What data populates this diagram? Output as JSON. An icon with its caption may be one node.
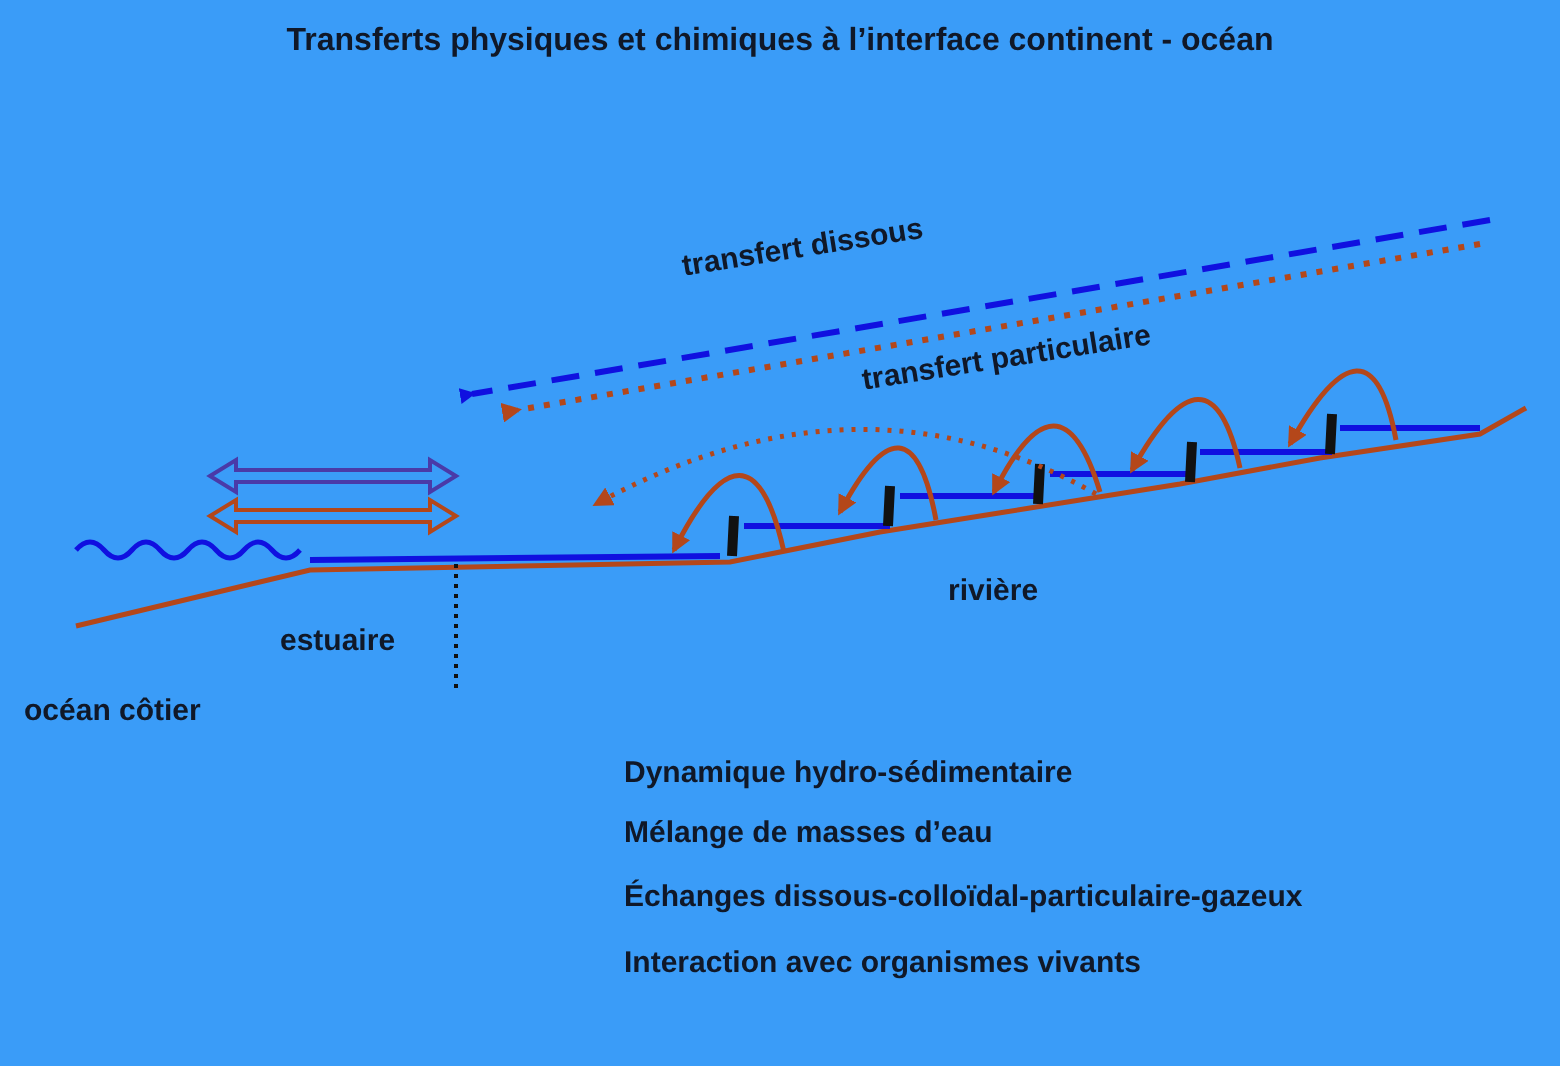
{
  "diagram": {
    "title": "Transferts physiques et chimiques à l’interface continent - océan",
    "labels": [
      "transfert dissous",
      "transfert particulaire",
      "rivière",
      "estuaire",
      "océan côtier",
      "Dynamique hydro-sédimentaire",
      "Mélange de masses d’eau",
      "Échanges dissous-colloïdal-particulaire-gazeux",
      "Interaction avec organismes vivants"
    ]
  }
}
